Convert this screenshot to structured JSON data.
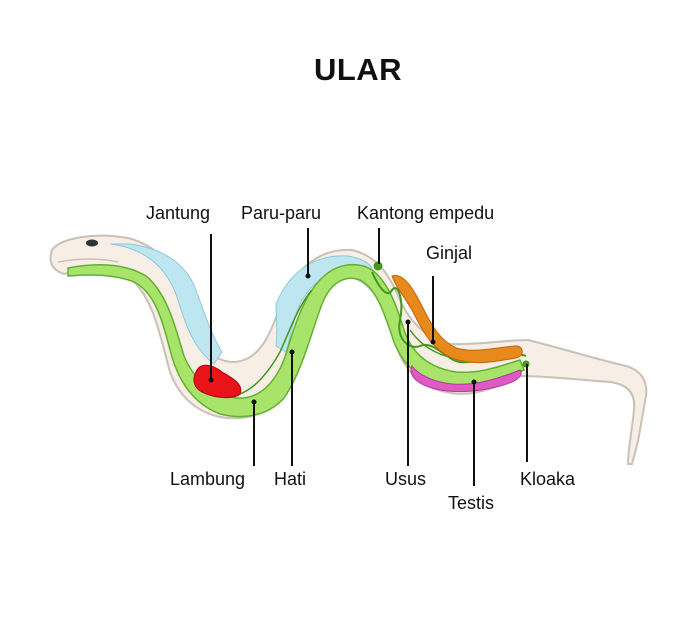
{
  "title": "ULAR",
  "labels": {
    "jantung": "Jantung",
    "paru_paru": "Paru-paru",
    "kantong_empedu": "Kantong empedu",
    "ginjal": "Ginjal",
    "lambung": "Lambung",
    "hati": "Hati",
    "usus": "Usus",
    "testis": "Testis",
    "kloaka": "Kloaka"
  },
  "colors": {
    "body_fill": "#f7efe6",
    "body_outline": "#c9c1b8",
    "lung": "#bde6f0",
    "digestive": "#a8e36a",
    "intestine_line": "#3f9a1c",
    "heart": "#e8141a",
    "kidney": "#e8891c",
    "testis": "#e05ac4",
    "pointer": "#111111"
  }
}
